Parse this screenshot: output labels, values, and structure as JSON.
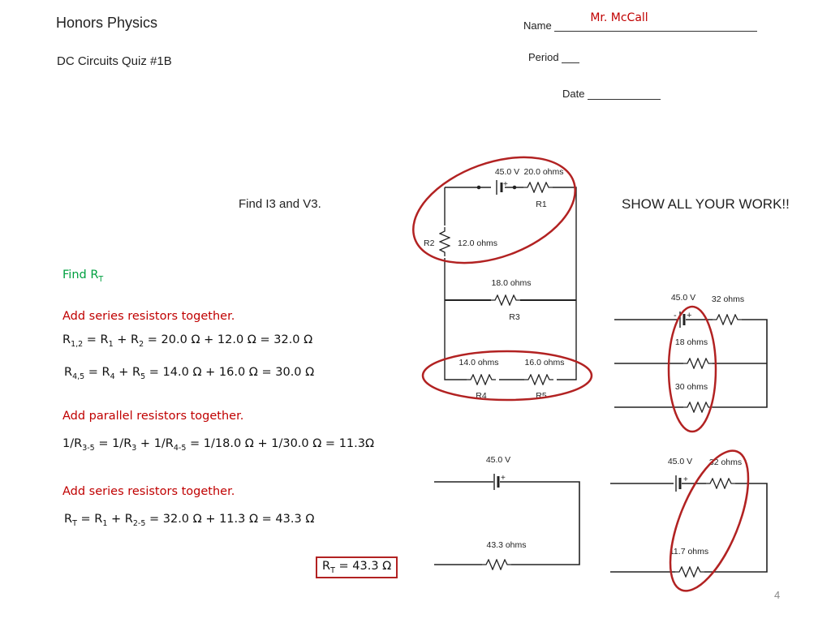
{
  "header": {
    "course": "Honors Physics",
    "quiz": "DC Circuits Quiz #1B",
    "name_label": "Name",
    "name_value": "Mr. McCall",
    "period_label": "Period",
    "date_label": "Date"
  },
  "prompt": {
    "find": "Find  I3 and V3.",
    "show": "SHOW ALL YOUR WORK!!"
  },
  "work": {
    "find_rt": "Find R",
    "find_rt_sub": "T",
    "step1": "Add series resistors together.",
    "eq1": {
      "a": "R",
      "a_sub": "1,2",
      "b": " = R",
      "b_sub": "1",
      "c": " + R",
      "c_sub": "2",
      "d": " = 20.0 Ω + 12.0 Ω = 32.0 Ω"
    },
    "eq2": {
      "a": "R",
      "a_sub": "4,5",
      "b": " = R",
      "b_sub": "4",
      "c": " + R",
      "c_sub": "5",
      "d": " = 14.0 Ω + 16.0 Ω = 30.0 Ω"
    },
    "step2": "Add parallel resistors together.",
    "eq3": {
      "a": "1/R",
      "a_sub": "3-5",
      "b": " = 1/R",
      "b_sub": "3",
      "c": " + 1/R",
      "c_sub": "4-5",
      "d": " = 1/18.0 Ω + 1/30.0 Ω = 11.3Ω"
    },
    "step3": "Add series resistors together.",
    "eq4": {
      "a": "R",
      "a_sub": "T",
      "b": " = R",
      "b_sub": "1",
      "c": " + R",
      "c_sub": "2-5",
      "d": " = 32.0 Ω + 11.3 Ω = 43.3 Ω"
    },
    "answer": {
      "a": "R",
      "a_sub": "T",
      "d": " = 43.3 Ω"
    }
  },
  "circuit_main": {
    "battery": "45.0 V",
    "r1_value": "20.0 ohms",
    "r1_label": "R1",
    "r2_value": "12.0 ohms",
    "r2_label": "R2",
    "r3_value": "18.0 ohms",
    "r3_label": "R3",
    "r4_value": "14.0 ohms",
    "r4_label": "R4",
    "r5_value": "16.0 ohms",
    "r5_label": "R5"
  },
  "circuit_b": {
    "battery": "45.0 V",
    "series": "32 ohms",
    "p1": "18 ohms",
    "p2": "30 ohms"
  },
  "circuit_c": {
    "battery": "45.0 V",
    "r": "43.3 ohms"
  },
  "circuit_d": {
    "battery": "45.0 V",
    "series": "32 ohms",
    "r": "11.7 ohms"
  },
  "page_number": "4",
  "colors": {
    "annotation": "#c00000",
    "heading": "#00a040",
    "circle": "#b22222"
  }
}
